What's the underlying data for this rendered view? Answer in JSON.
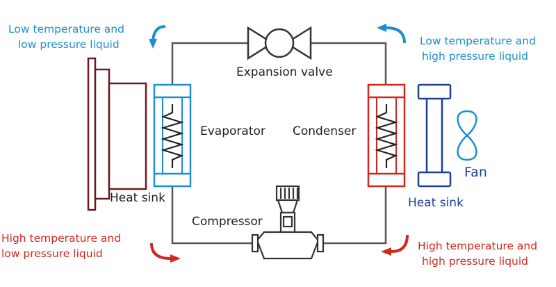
{
  "diagram": {
    "labels": {
      "top_left": [
        "Low temperature and",
        "low pressure liquid"
      ],
      "top_right": [
        "Low temperature and",
        "high pressure liquid"
      ],
      "bottom_left": [
        "High temperature and",
        "low pressure liquid"
      ],
      "bottom_right": [
        "High temperature and",
        "high pressure liquid"
      ],
      "expansion_valve": "Expansion valve",
      "evaporator": "Evaporator",
      "condenser": "Condenser",
      "compressor": "Compressor",
      "heat_sink_left": "Heat sink",
      "heat_sink_right": "Heat sink",
      "fan": "Fan"
    },
    "colors": {
      "pipe": "#555555",
      "blue": "#1b8fd0",
      "red": "#d0281e",
      "maroon": "#6b1a1f",
      "navy": "#1d3f99",
      "text": "#1f1f1f"
    }
  }
}
